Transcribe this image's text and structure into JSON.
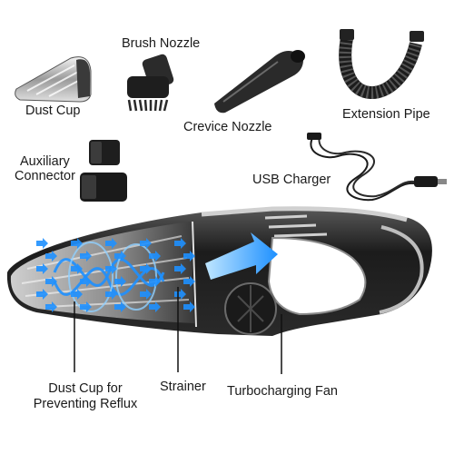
{
  "labels": {
    "dust_cup": "Dust Cup",
    "brush_nozzle": "Brush Nozzle",
    "crevice_nozzle": "Crevice Nozzle",
    "extension_pipe": "Extension Pipe",
    "auxiliary_connector_line1": "Auxiliary",
    "auxiliary_connector_line2": "Connector",
    "usb_charger": "USB Charger",
    "dust_cup_reflux_line1": "Dust Cup for",
    "dust_cup_reflux_line2": "Preventing Reflux",
    "strainer": "Strainer",
    "turbocharging_fan": "Turbocharging Fan"
  },
  "colors": {
    "airflow_arrow": "#1e90ff",
    "airflow_light": "#8fd0ff",
    "body_dark": "#1f1f1f",
    "body_chrome": "#c8c8c8",
    "text": "#1a1a1a"
  },
  "icons": [
    "dust-cup-icon",
    "brush-nozzle-icon",
    "crevice-nozzle-icon",
    "extension-pipe-icon",
    "auxiliary-connector-icon",
    "usb-charger-icon",
    "vacuum-cleaner-icon",
    "airflow-arrow-icon"
  ]
}
